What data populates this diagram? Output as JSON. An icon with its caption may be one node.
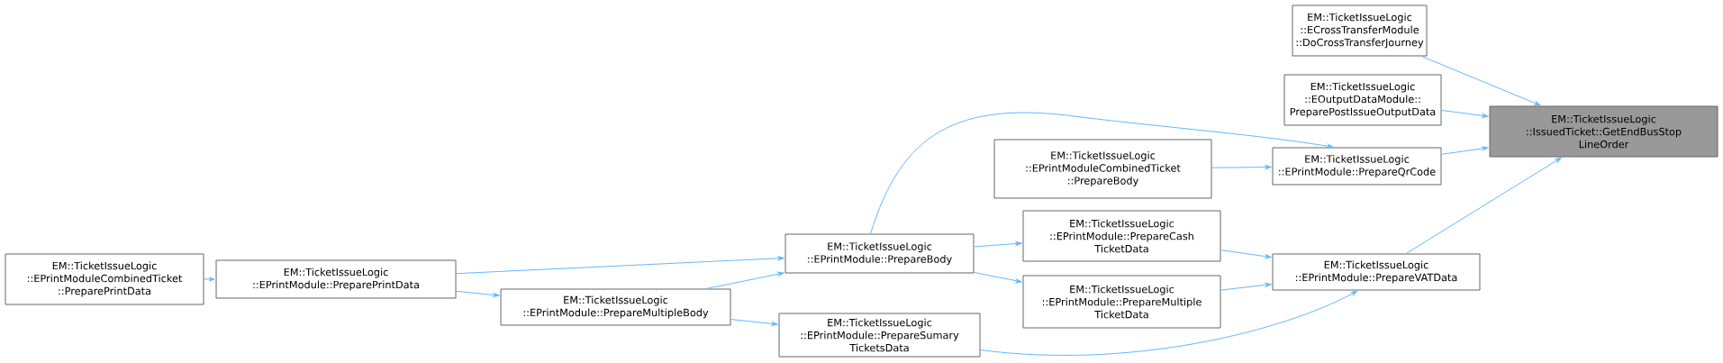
{
  "diagram": {
    "nodes": [
      {
        "text": [
          "EM::TicketIssueLogic ::IssuedTicket::GetEndBusStop LineOrder"
        ]
      },
      {
        "text": [
          "EM::TicketIssueLogic ::ECrossTransferModule ::DoCrossTransferJourney"
        ]
      },
      {
        "text": [
          "EM::TicketIssueLogic ::EOutputDataModule:: PreparePostIssueOutputData"
        ]
      },
      {
        "text": [
          "EM::TicketIssueLogic ::EPrintModule::PrepareQrCode"
        ]
      },
      {
        "text": [
          "EM::TicketIssueLogic ::EPrintModuleCombinedTicket ::PrepareBody"
        ]
      },
      {
        "text": [
          "EM::TicketIssueLogic ::EPrintModule::PrepareCash TicketData"
        ]
      },
      {
        "text": [
          "EM::TicketIssueLogic ::EPrintModule::PrepareVATData"
        ]
      },
      {
        "text": [
          "EM::TicketIssueLogic ::EPrintModule::PrepareMultiple TicketData"
        ]
      },
      {
        "text": [
          "EM::TicketIssueLogic ::EPrintModule::PrepareBody"
        ]
      },
      {
        "text": [
          "EM::TicketIssueLogic ::EPrintModule::PrepareSumary TicketsData"
        ]
      },
      {
        "text": [
          "EM::TicketIssueLogic ::EPrintModule::PreparePrintData"
        ]
      },
      {
        "text": [
          "EM::TicketIssueLogic ::EPrintModule::PrepareMultipleBody"
        ]
      },
      {
        "text": [
          "EM::TicketIssueLogic ::EPrintModuleCombinedTicket ::PreparePrintData"
        ]
      }
    ],
    "edges": [
      {
        "from": 1,
        "to": 0,
        "arrow": "to"
      },
      {
        "from": 2,
        "to": 0,
        "arrow": "to"
      },
      {
        "from": 3,
        "to": 0,
        "arrow": "to"
      },
      {
        "from": 6,
        "to": 0,
        "arrow": "to"
      },
      {
        "from": 4,
        "to": 3,
        "arrow": "to"
      },
      {
        "from": 8,
        "to": 3,
        "arrow": "to"
      },
      {
        "from": 5,
        "to": 6,
        "arrow": "to"
      },
      {
        "from": 7,
        "to": 6,
        "arrow": "to"
      },
      {
        "from": 9,
        "to": 6,
        "arrow": "to"
      },
      {
        "from": 8,
        "to": 5,
        "arrow": "to"
      },
      {
        "from": 8,
        "to": 7,
        "arrow": "to"
      },
      {
        "from": 10,
        "to": 8,
        "arrow": "to"
      },
      {
        "from": 11,
        "to": 8,
        "arrow": "to"
      },
      {
        "from": 10,
        "to": 11,
        "arrow": "to"
      },
      {
        "from": 11,
        "to": 9,
        "arrow": "to"
      },
      {
        "from": 12,
        "to": 10,
        "arrow": "to"
      }
    ]
  }
}
